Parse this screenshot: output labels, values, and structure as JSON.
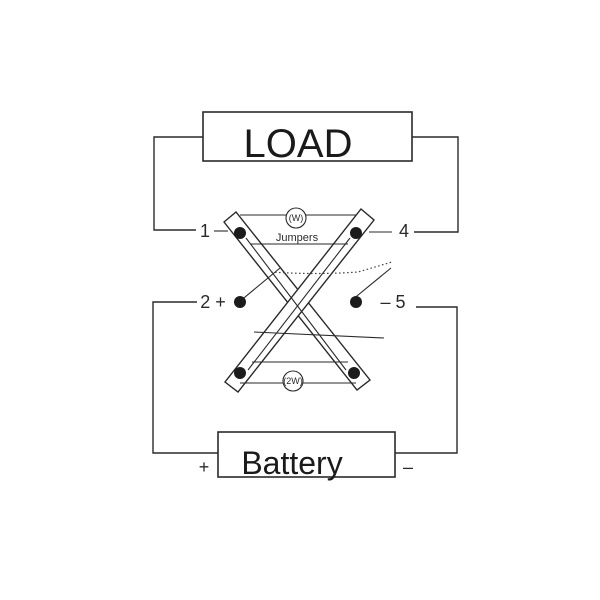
{
  "load": {
    "label": "LOAD"
  },
  "battery": {
    "label": "Battery",
    "positive": "+",
    "negative": "–"
  },
  "terminals": {
    "t1": "1",
    "t2": "2 +",
    "t4": "4",
    "t5": "– 5"
  },
  "jumpers": {
    "label": "Jumpers",
    "top_marker": "(W)",
    "bottom_marker": "(2W)"
  }
}
